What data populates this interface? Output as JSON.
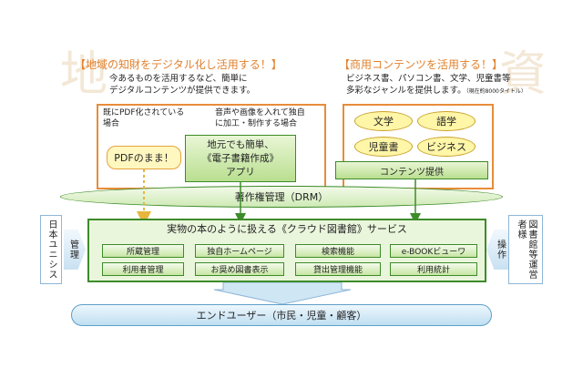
{
  "header": {
    "local_heading": "【地域の知財をデジタル化し活用する！】",
    "local_desc_1": "今あるものを活用するなど、簡単に",
    "local_desc_2": "デジタルコンテンツが提供できます。",
    "commercial_heading": "【商用コンテンツを活用する！】",
    "commercial_desc_1": "ビジネス書、パソコン書、文学、児童書等",
    "commercial_desc_2": "多彩なジャンルを提供します。",
    "commercial_note": "（現在約8000タイトル）"
  },
  "watermark": {
    "left_char": "地",
    "right_char": "資"
  },
  "local_panel": {
    "pdf_caption_1": "既にPDF化されている",
    "pdf_caption_2": "場合",
    "pdf_box": "PDFのまま！",
    "app_caption_1": "音声や画像を入れて独自",
    "app_caption_2": "に加工・制作する場合",
    "app_box_1": "地元でも簡単、",
    "app_box_2": "《電子書籍作成》",
    "app_box_3": "アプリ"
  },
  "commercial_panel": {
    "genres": [
      "文学",
      "語学",
      "児童書",
      "ビジネス"
    ],
    "provide_box": "コンテンツ提供"
  },
  "drm": "著作権管理（DRM）",
  "service": {
    "title": "実物の本のように扱える《クラウド図書館》サービス",
    "row1": [
      "所蔵管理",
      "独自ホームページ",
      "検索機能",
      "e-BOOKビューワ"
    ],
    "row2": [
      "利用者管理",
      "お奨め図書表示",
      "貸出管理機能",
      "利用統計"
    ]
  },
  "left_side": {
    "org": "日本ユニシス",
    "action": "管理"
  },
  "right_side": {
    "org": "図書館等運営者様",
    "action": "操作"
  },
  "end_user": "エンドユーザー（市民・児童・顧客）",
  "colors": {
    "orange": "#e88c3a",
    "green": "#3d8b2a",
    "blue": "#5e9fc9",
    "yellow": "#fff6a8"
  }
}
